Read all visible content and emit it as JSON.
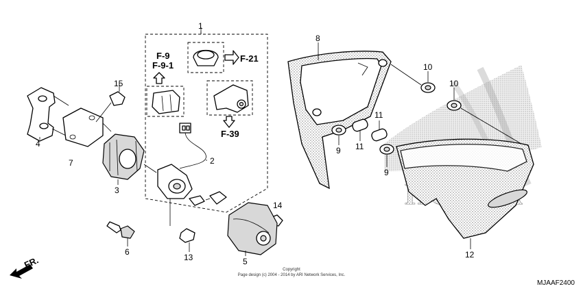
{
  "callouts": {
    "c1": "1",
    "c2": "2",
    "c3": "3",
    "c4": "4",
    "c5": "5",
    "c6": "6",
    "c7": "7",
    "c8": "8",
    "c9a": "9",
    "c9b": "9",
    "c10a": "10",
    "c10b": "10",
    "c11a": "11",
    "c11b": "11",
    "c12": "12",
    "c13": "13",
    "c14": "14",
    "c15": "15"
  },
  "refs": {
    "f9": "F-9",
    "f91": "F-9-1",
    "f21": "F-21",
    "f39": "F-39"
  },
  "front_label": "FR.",
  "copyright": {
    "line1": "Copyright",
    "line2": "Page design (c) 2004 - 2014 by ARI Network Services, Inc."
  },
  "diagram_code": "MJAAF2400",
  "watermark": "HONDA"
}
